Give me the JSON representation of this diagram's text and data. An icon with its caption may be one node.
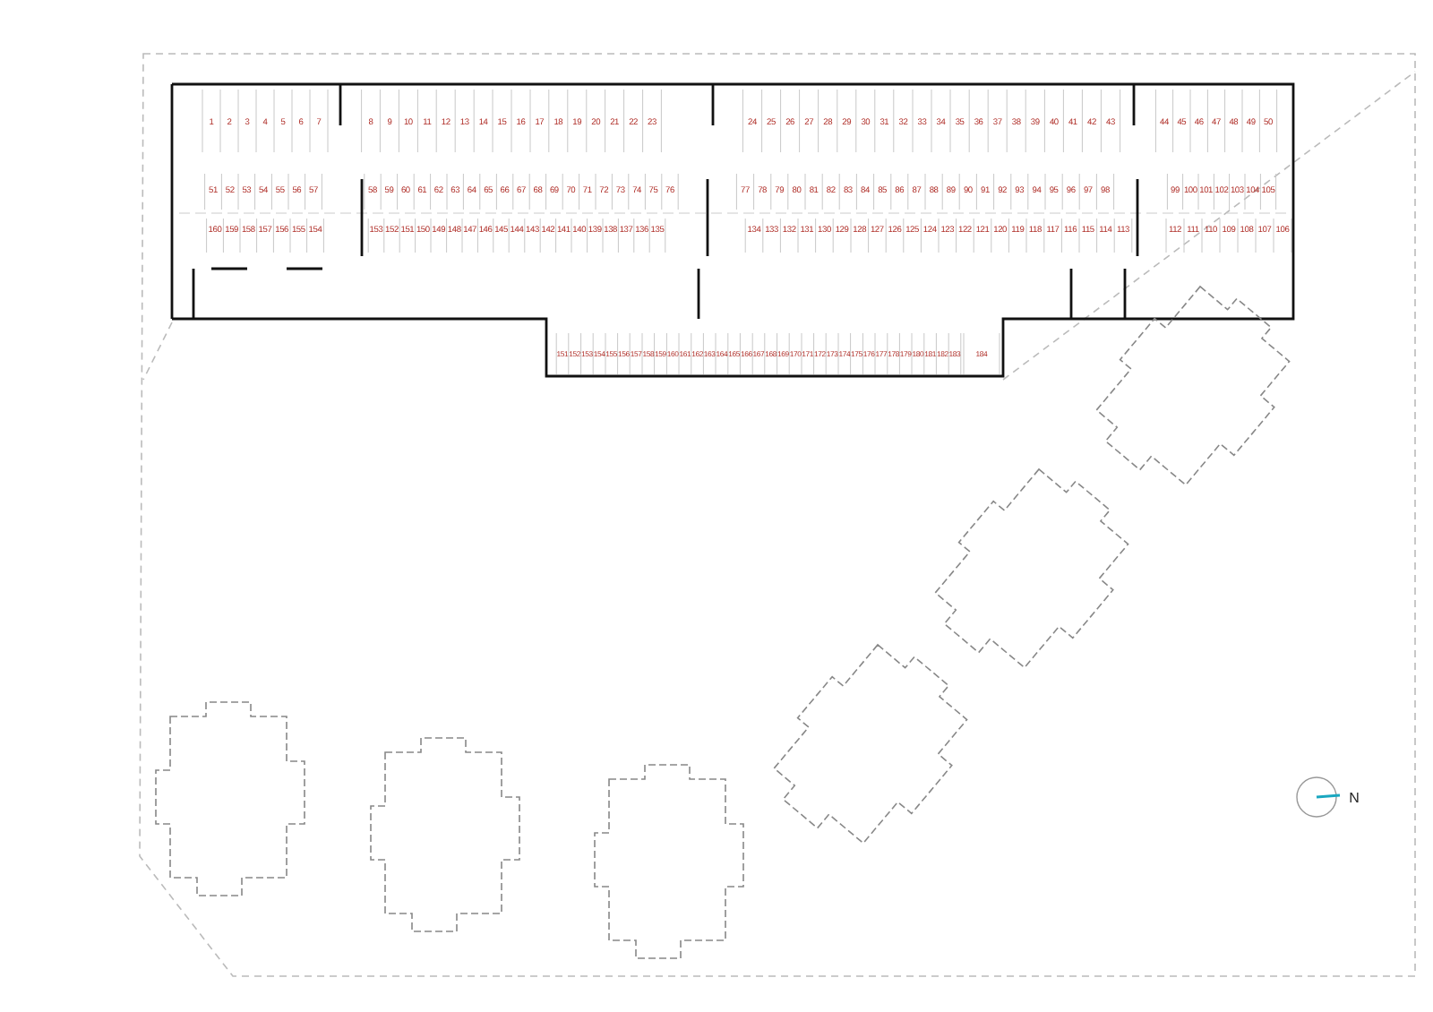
{
  "diagram": {
    "labels": [
      "1",
      "2",
      "3",
      "4",
      "5",
      "6",
      "7",
      "8",
      "9",
      "10",
      "11",
      "12",
      "13",
      "14",
      "15",
      "16",
      "17",
      "18",
      "19",
      "20",
      "21",
      "22",
      "23",
      "24",
      "25",
      "26",
      "27",
      "28",
      "29",
      "30",
      "31",
      "32",
      "33",
      "34",
      "35",
      "36",
      "37",
      "38",
      "39",
      "40",
      "41",
      "42",
      "43",
      "44",
      "45",
      "46",
      "47",
      "48",
      "49",
      "50",
      "51",
      "52",
      "53",
      "54",
      "55",
      "56",
      "57",
      "58",
      "59",
      "60",
      "61",
      "62",
      "63",
      "64",
      "65",
      "66",
      "67",
      "68",
      "69",
      "70",
      "71",
      "72",
      "73",
      "74",
      "75",
      "76",
      "77",
      "78",
      "79",
      "80",
      "81",
      "82",
      "83",
      "84",
      "85",
      "86",
      "87",
      "88",
      "89",
      "90",
      "91",
      "92",
      "93",
      "94",
      "95",
      "96",
      "97",
      "98",
      "99",
      "100",
      "101",
      "102",
      "103",
      "104",
      "105",
      "160",
      "159",
      "158",
      "157",
      "156",
      "155",
      "154",
      "153",
      "152",
      "151",
      "150",
      "149",
      "148",
      "147",
      "146",
      "145",
      "144",
      "143",
      "142",
      "141",
      "140",
      "139",
      "138",
      "137",
      "136",
      "135",
      "134",
      "133",
      "132",
      "131",
      "130",
      "129",
      "128",
      "127",
      "126",
      "125",
      "124",
      "123",
      "122",
      "121",
      "120",
      "119",
      "118",
      "117",
      "116",
      "115",
      "114",
      "113",
      "112",
      "111",
      "110",
      "109",
      "108",
      "107",
      "106",
      "151",
      "152",
      "153",
      "154",
      "155",
      "156",
      "157",
      "158",
      "159",
      "160",
      "161",
      "162",
      "163",
      "164",
      "165",
      "166",
      "167",
      "168",
      "169",
      "170",
      "171",
      "172",
      "173",
      "174",
      "175",
      "176",
      "177",
      "178",
      "179",
      "180",
      "181",
      "182",
      "183",
      "184",
      "N"
    ]
  }
}
